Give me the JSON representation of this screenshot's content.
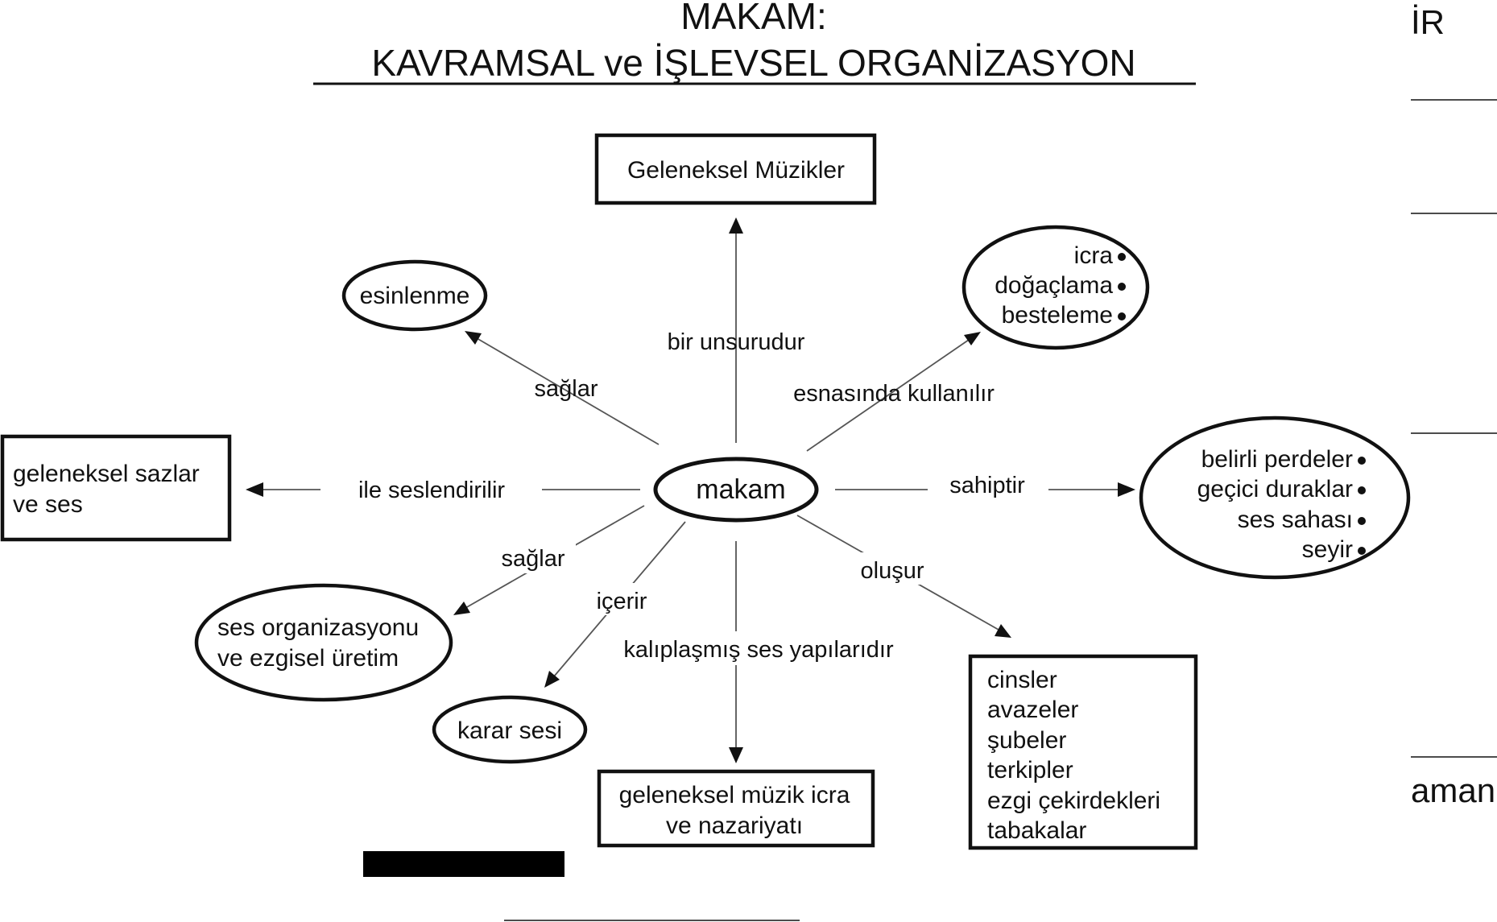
{
  "title": {
    "line1": "MAKAM:",
    "line2": "KAVRAMSAL ve İŞLEVSEL ORGANİZASYON"
  },
  "center": {
    "label": "makam"
  },
  "nodes": {
    "geleneksel_muzikler": "Geleneksel Müzikler",
    "esinlenme": "esinlenme",
    "icra_group": [
      "icra",
      "doğaçlama",
      "besteleme"
    ],
    "geleneksel_sazlar": [
      "geleneksel sazlar",
      "ve ses"
    ],
    "perde_group": [
      "belirli perdeler",
      "geçici duraklar",
      "ses sahası",
      "seyir"
    ],
    "ses_organizasyonu": [
      "ses organizasyonu",
      "ve ezgisel üretim"
    ],
    "karar_sesi": "karar sesi",
    "muzik_icra": [
      "geleneksel müzik icra",
      "ve nazariyatı"
    ],
    "cinsler_group": [
      "cinsler",
      "avazeler",
      "şubeler",
      "terkipler",
      "ezgi çekirdekleri",
      "tabakalar"
    ]
  },
  "relations": {
    "bir_unsurudur": "bir unsurudur",
    "saglar_top": "sağlar",
    "esnasinda_kullanilir": "esnasında kullanılır",
    "ile_seslendirilir": "ile seslendirilir",
    "sahiptir": "sahiptir",
    "saglar_bottom": "sağlar",
    "icerir": "içerir",
    "olusur": "oluşur",
    "kaliplasmis": "kalıplaşmış ses yapılarıdır"
  },
  "edge_text": {
    "top_right": "İR",
    "bottom_right": "aman"
  }
}
